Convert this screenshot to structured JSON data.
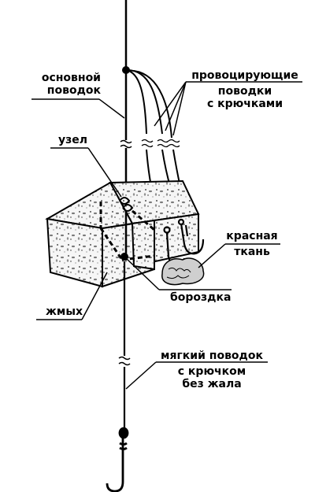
{
  "labels": {
    "main_leader": {
      "line1": "основной",
      "line2": "поводок"
    },
    "provoking_leaders": {
      "line1": "провоцирующие",
      "line2": "поводки",
      "line3": "с крючками"
    },
    "knot": "узел",
    "red_cloth": {
      "line1": "красная",
      "line2": "ткань"
    },
    "groove": "бороздка",
    "cake": "жмых",
    "soft_leader": {
      "line1": "мягкий поводок",
      "line2": "с крючком",
      "line3": "без жала"
    }
  },
  "colors": {
    "ink": "#000000",
    "paper": "#ffffff",
    "block_fill": "#f4f4f4"
  }
}
